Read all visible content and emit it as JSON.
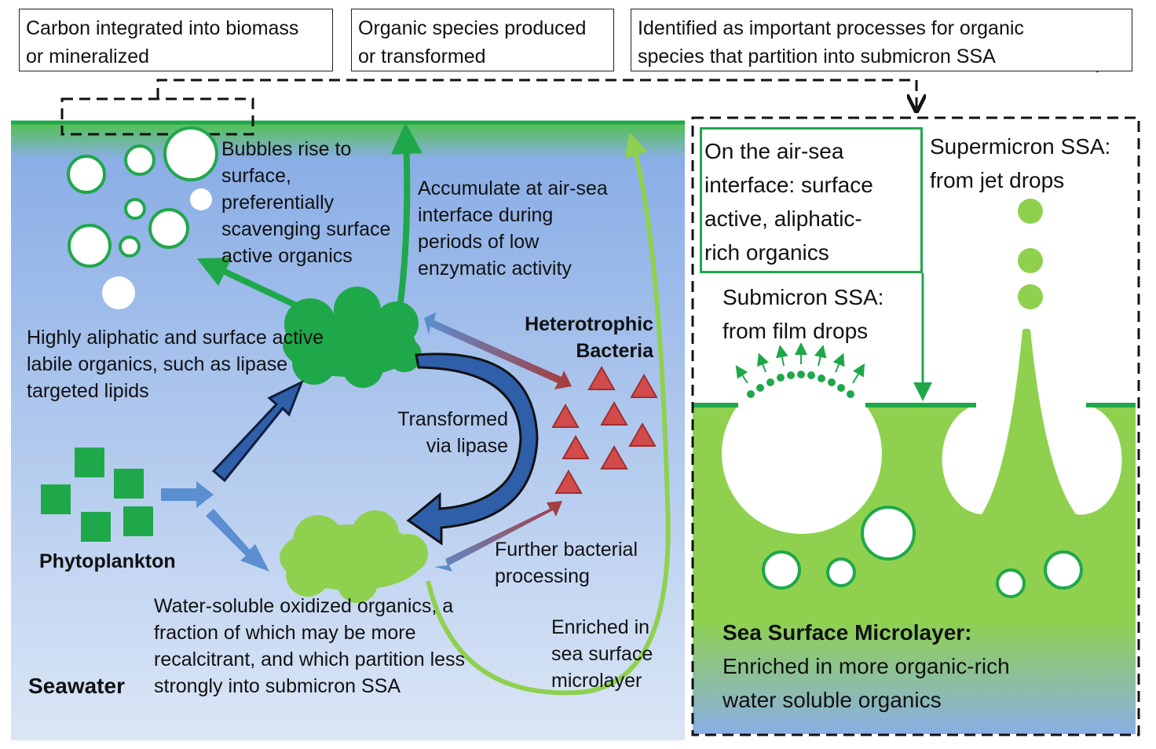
{
  "legend": {
    "brown": "Carbon integrated into biomass\nor mineralized",
    "light_blue": "Organic species produced\nor transformed",
    "dark_blue": "Identified as important processes for organic\nspecies that partition into submicron SSA"
  },
  "labels": {
    "bubbles": "Bubbles rise to\nsurface,\npreferentially\nscavenging surface\nactive organics",
    "accumulate": "Accumulate at air-sea\ninterface during\nperiods of low\nenzymatic activity",
    "aliphatic": "Highly aliphatic and surface active\nlabile organics, such as lipase\ntargeted lipids",
    "heterotrophic": "Heterotrophic\nBacteria",
    "transformed": "Transformed\nvia lipase",
    "phytoplankton": "Phytoplankton",
    "further": "Further bacterial\nprocessing",
    "water_soluble": "Water-soluble oxidized organics, a\nfraction of which may be more\nrecalcitrant, and which partition less\nstrongly into submicron SSA",
    "enriched": "Enriched in\nsea surface\nmicrolayer",
    "seawater": "Seawater",
    "interface": "On the air-sea\ninterface: surface\nactive, aliphatic-\nrich organics",
    "supermicron": "Supermicron SSA:\nfrom jet drops",
    "submicron": "Submicron SSA:\nfrom film drops",
    "microlayer_title": "Sea Surface Microlayer:",
    "microlayer_body": "Enriched in more organic-rich\nwater soluble organics"
  },
  "colors": {
    "brown_arrow": "#a83a3a",
    "light_blue_arrow": "#5b8fd1",
    "dark_blue_arrow": "#2e5fa8",
    "dark_green": "#1fa84a",
    "light_green": "#8fd14f",
    "triangle": "#d24b4b",
    "seawater_top": "#8aaee6",
    "seawater_bottom": "#dbe6f6"
  }
}
